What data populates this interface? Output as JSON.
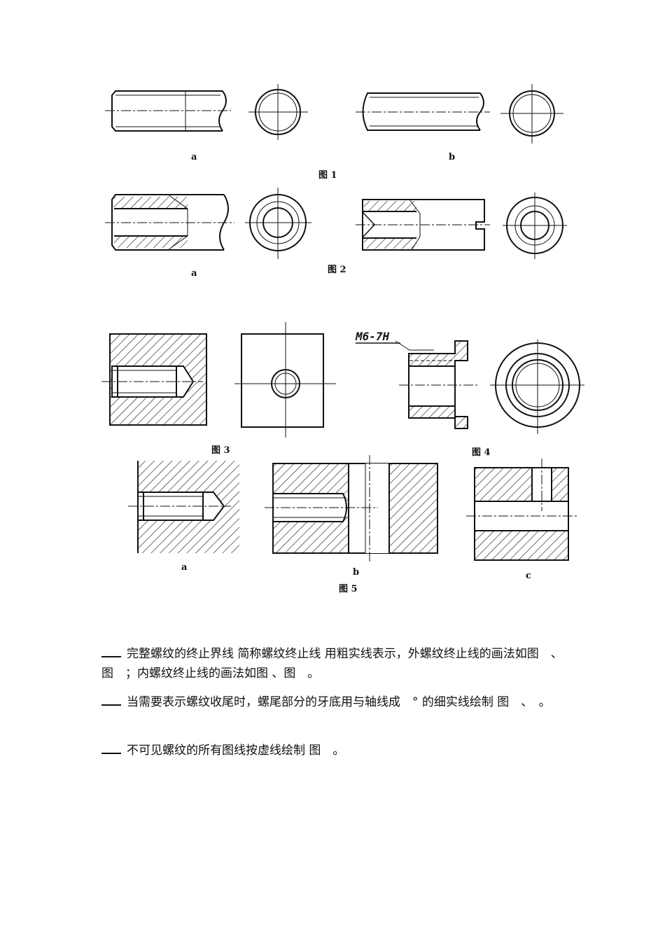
{
  "figures": {
    "fig1": {
      "label": "图 1",
      "sub_a": "a",
      "sub_b": "b"
    },
    "fig2": {
      "label": "图 2",
      "sub_a": "a"
    },
    "fig3": {
      "label": "图 3"
    },
    "fig4": {
      "label": "图 4",
      "annotation": "M6-7H"
    },
    "fig5": {
      "label": "图 5",
      "sub_a": "a",
      "sub_b": "b",
      "sub_c": "c"
    }
  },
  "paragraphs": [
    {
      "text": "完整螺纹的终止界线 简称螺纹终止线 用粗实线表示，外螺纹终止线的画法如图　、图　；内螺纹终止线的画法如图 、图　。"
    },
    {
      "text": "当需要表示螺纹收尾时，螺尾部分的牙底用与轴线成　° 的细实线绘制 图　、　。"
    },
    {
      "text": "不可见螺纹的所有图线按虚线绘制 图　。"
    }
  ]
}
